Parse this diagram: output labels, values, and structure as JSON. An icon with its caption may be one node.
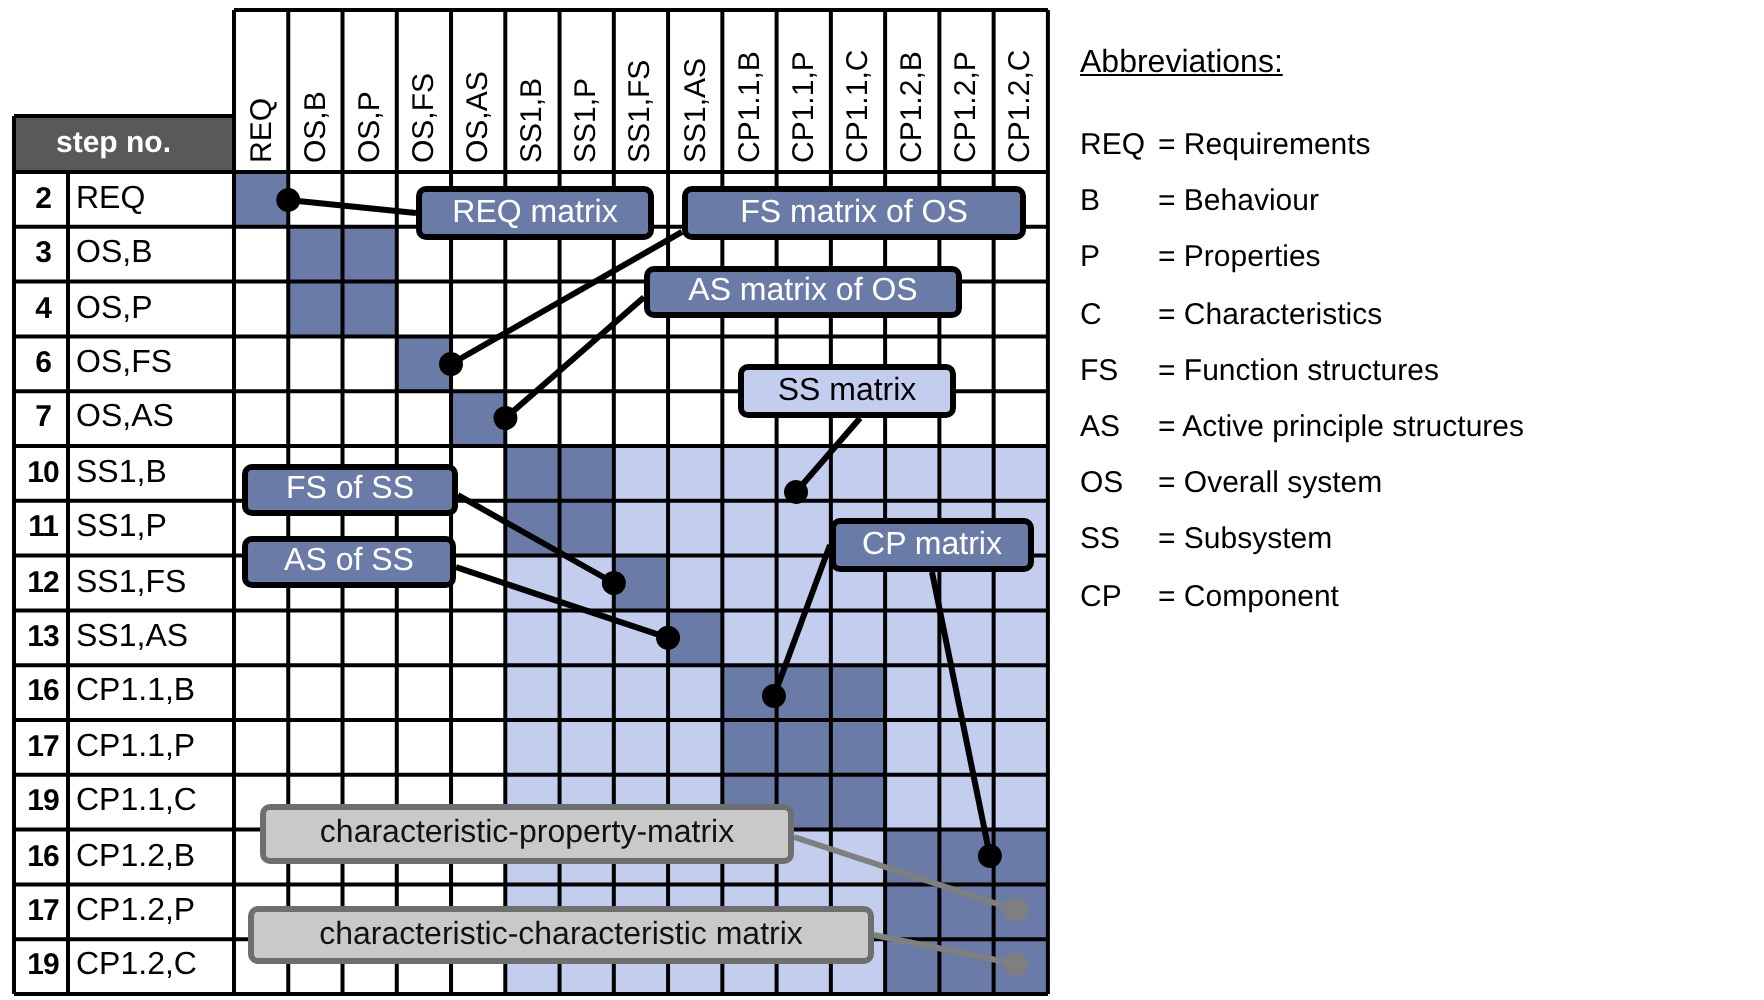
{
  "diagram": {
    "nodes": [
      {
        "text": [],
        "shape": "box"
      },
      {
        "text": [
          "REQ matrix"
        ]
      },
      {
        "text": [
          "FS matrix of OS"
        ]
      },
      {
        "text": [],
        "shape": "box"
      },
      {
        "text": [
          "AS matrix of OS"
        ]
      },
      {
        "text": [],
        "shape": "box"
      },
      {
        "text": [],
        "shape": "box"
      },
      {
        "text": [
          "SS matrix"
        ]
      },
      {
        "text": [],
        "shape": "box"
      },
      {
        "text": [],
        "shape": "box",
        "in": 8
      },
      {
        "text": [
          "FS of SS"
        ]
      },
      {
        "text": [
          "AS of SS"
        ]
      },
      {
        "text": [
          "CP matrix"
        ],
        "in": 8
      },
      {
        "text": [],
        "shape": "box",
        "in": 8
      },
      {
        "text": [],
        "shape": "box",
        "in": 8
      },
      {
        "text": [],
        "shape": "box",
        "in": 8
      },
      {
        "text": [],
        "shape": "box",
        "in": 8
      },
      {
        "text": [
          "characteristic-property-matrix"
        ]
      },
      {
        "text": [
          "characteristic-characteristic matrix"
        ]
      }
    ],
    "edges": [
      {
        "from": 1,
        "to": 0,
        "arrow": "other"
      },
      {
        "from": 2,
        "to": 5,
        "arrow": "other"
      },
      {
        "from": 4,
        "to": 6,
        "arrow": "other"
      },
      {
        "from": 7,
        "to": 8,
        "arrow": "other"
      },
      {
        "from": 10,
        "to": 13,
        "arrow": "other"
      },
      {
        "from": 11,
        "to": 14,
        "arrow": "other"
      },
      {
        "from": 12,
        "to": 15,
        "arrow": "other"
      },
      {
        "from": 12,
        "to": 16,
        "arrow": "other"
      },
      {
        "from": 17,
        "to": 16,
        "arrow": "other",
        "color": "#7f7f7f"
      },
      {
        "from": 18,
        "to": 16,
        "arrow": "other",
        "color": "#7f7f7f"
      }
    ],
    "labels": [
      "REQ",
      "OS,B",
      "OS,P",
      "OS,FS",
      "OS,AS",
      "SS1,B",
      "SS1,P",
      "SS1,FS",
      "SS1,AS",
      "CP1.1,B",
      "CP1.1,P",
      "CP1.1,C",
      "CP1.2,B",
      "CP1.2,P",
      "CP1.2,C",
      "step no.",
      "2",
      "REQ",
      "3",
      "OS,B",
      "4",
      "OS,P",
      "6",
      "OS,FS",
      "7",
      "OS,AS",
      "10",
      "SS1,B",
      "11",
      "SS1,P",
      "12",
      "SS1,FS",
      "13",
      "SS1,AS",
      "16",
      "CP1.1,B",
      "17",
      "CP1.1,P",
      "19",
      "CP1.1,C",
      "16",
      "CP1.2,B",
      "17",
      "CP1.2,P",
      "19",
      "CP1.2,C",
      "Abbreviations:",
      "REQ",
      "= Requirements",
      "B",
      "= Behaviour",
      "P",
      "= Properties",
      "C",
      "= Characteristics",
      "FS",
      "= Function structures",
      "AS",
      "= Active principle structures",
      "OS",
      "= Overall system",
      "SS",
      "= Subsystem",
      "CP",
      "= Component"
    ]
  }
}
